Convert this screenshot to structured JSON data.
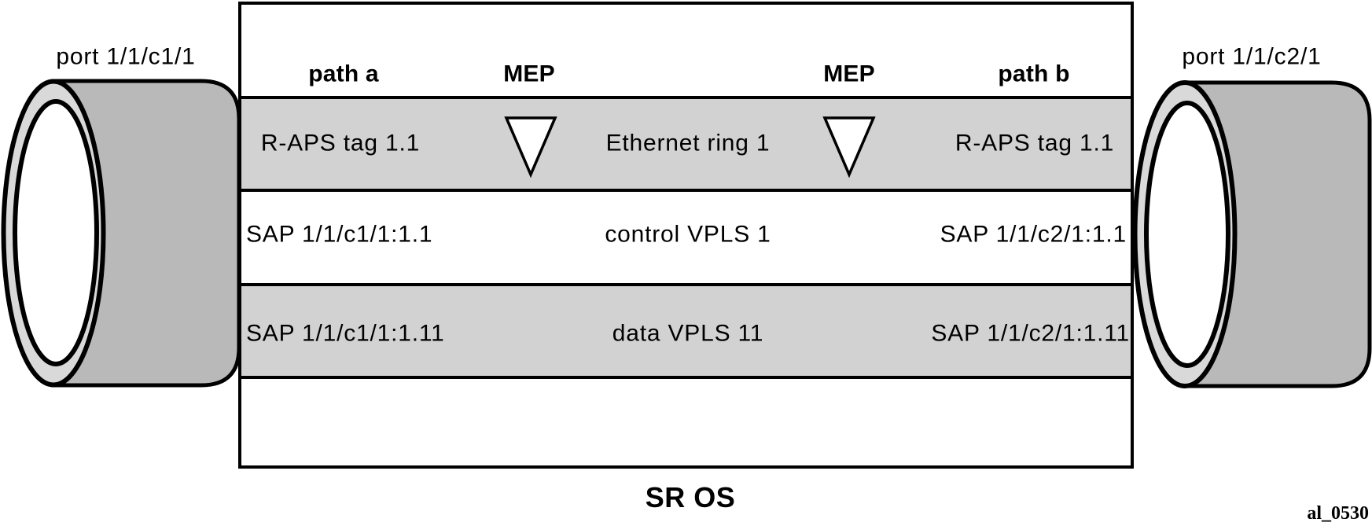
{
  "ports": {
    "left_label": "port 1/1/c1/1",
    "right_label": "port 1/1/c2/1"
  },
  "header": {
    "path_a": "path a",
    "mep_left": "MEP",
    "mep_right": "MEP",
    "path_b": "path b"
  },
  "ring_row": {
    "left": "R-APS tag 1.1",
    "center": "Ethernet ring 1",
    "right": "R-APS tag 1.1"
  },
  "control_row": {
    "left": "SAP 1/1/c1/1:1.1",
    "center": "control VPLS 1",
    "right": "SAP 1/1/c2/1:1.1"
  },
  "data_row": {
    "left": "SAP 1/1/c1/1:1.11",
    "center": "data VPLS 11",
    "right": "SAP 1/1/c2/1:1.11"
  },
  "footer": {
    "os_label": "SR OS",
    "figure_id": "al_0530"
  },
  "colors": {
    "row_gray": "#d2d2d2",
    "cylinder_body": "#b9b9b9",
    "cylinder_rim": "#d9d9d9",
    "outline": "#000000",
    "background": "#ffffff"
  }
}
